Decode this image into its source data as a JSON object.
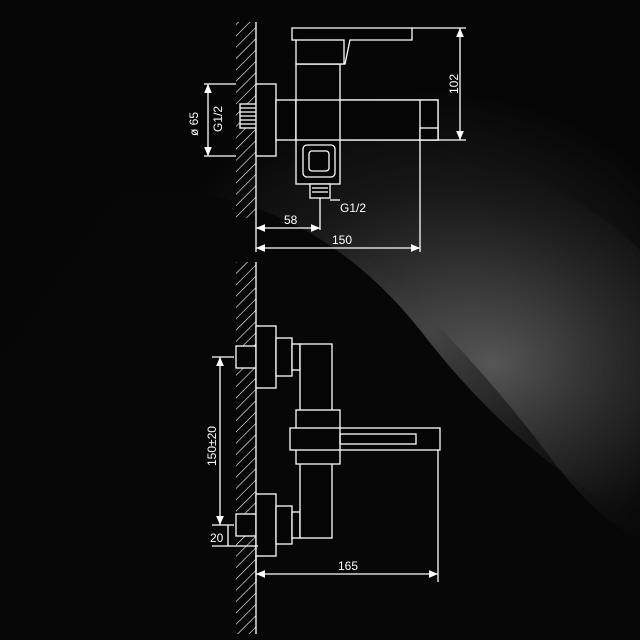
{
  "top_view": {
    "diameter_label": "ø 65",
    "inlet_thread": "G1/2",
    "height_dim": "102",
    "outlet_thread": "G1/2",
    "wall_offset_dim": "58",
    "length_dim": "150"
  },
  "front_view": {
    "spacing_dim": "150±20",
    "offset_dim": "20",
    "width_dim": "165"
  },
  "colors": {
    "background": "#060606",
    "line": "#ffffff",
    "highlight": "#6a6a6a"
  }
}
